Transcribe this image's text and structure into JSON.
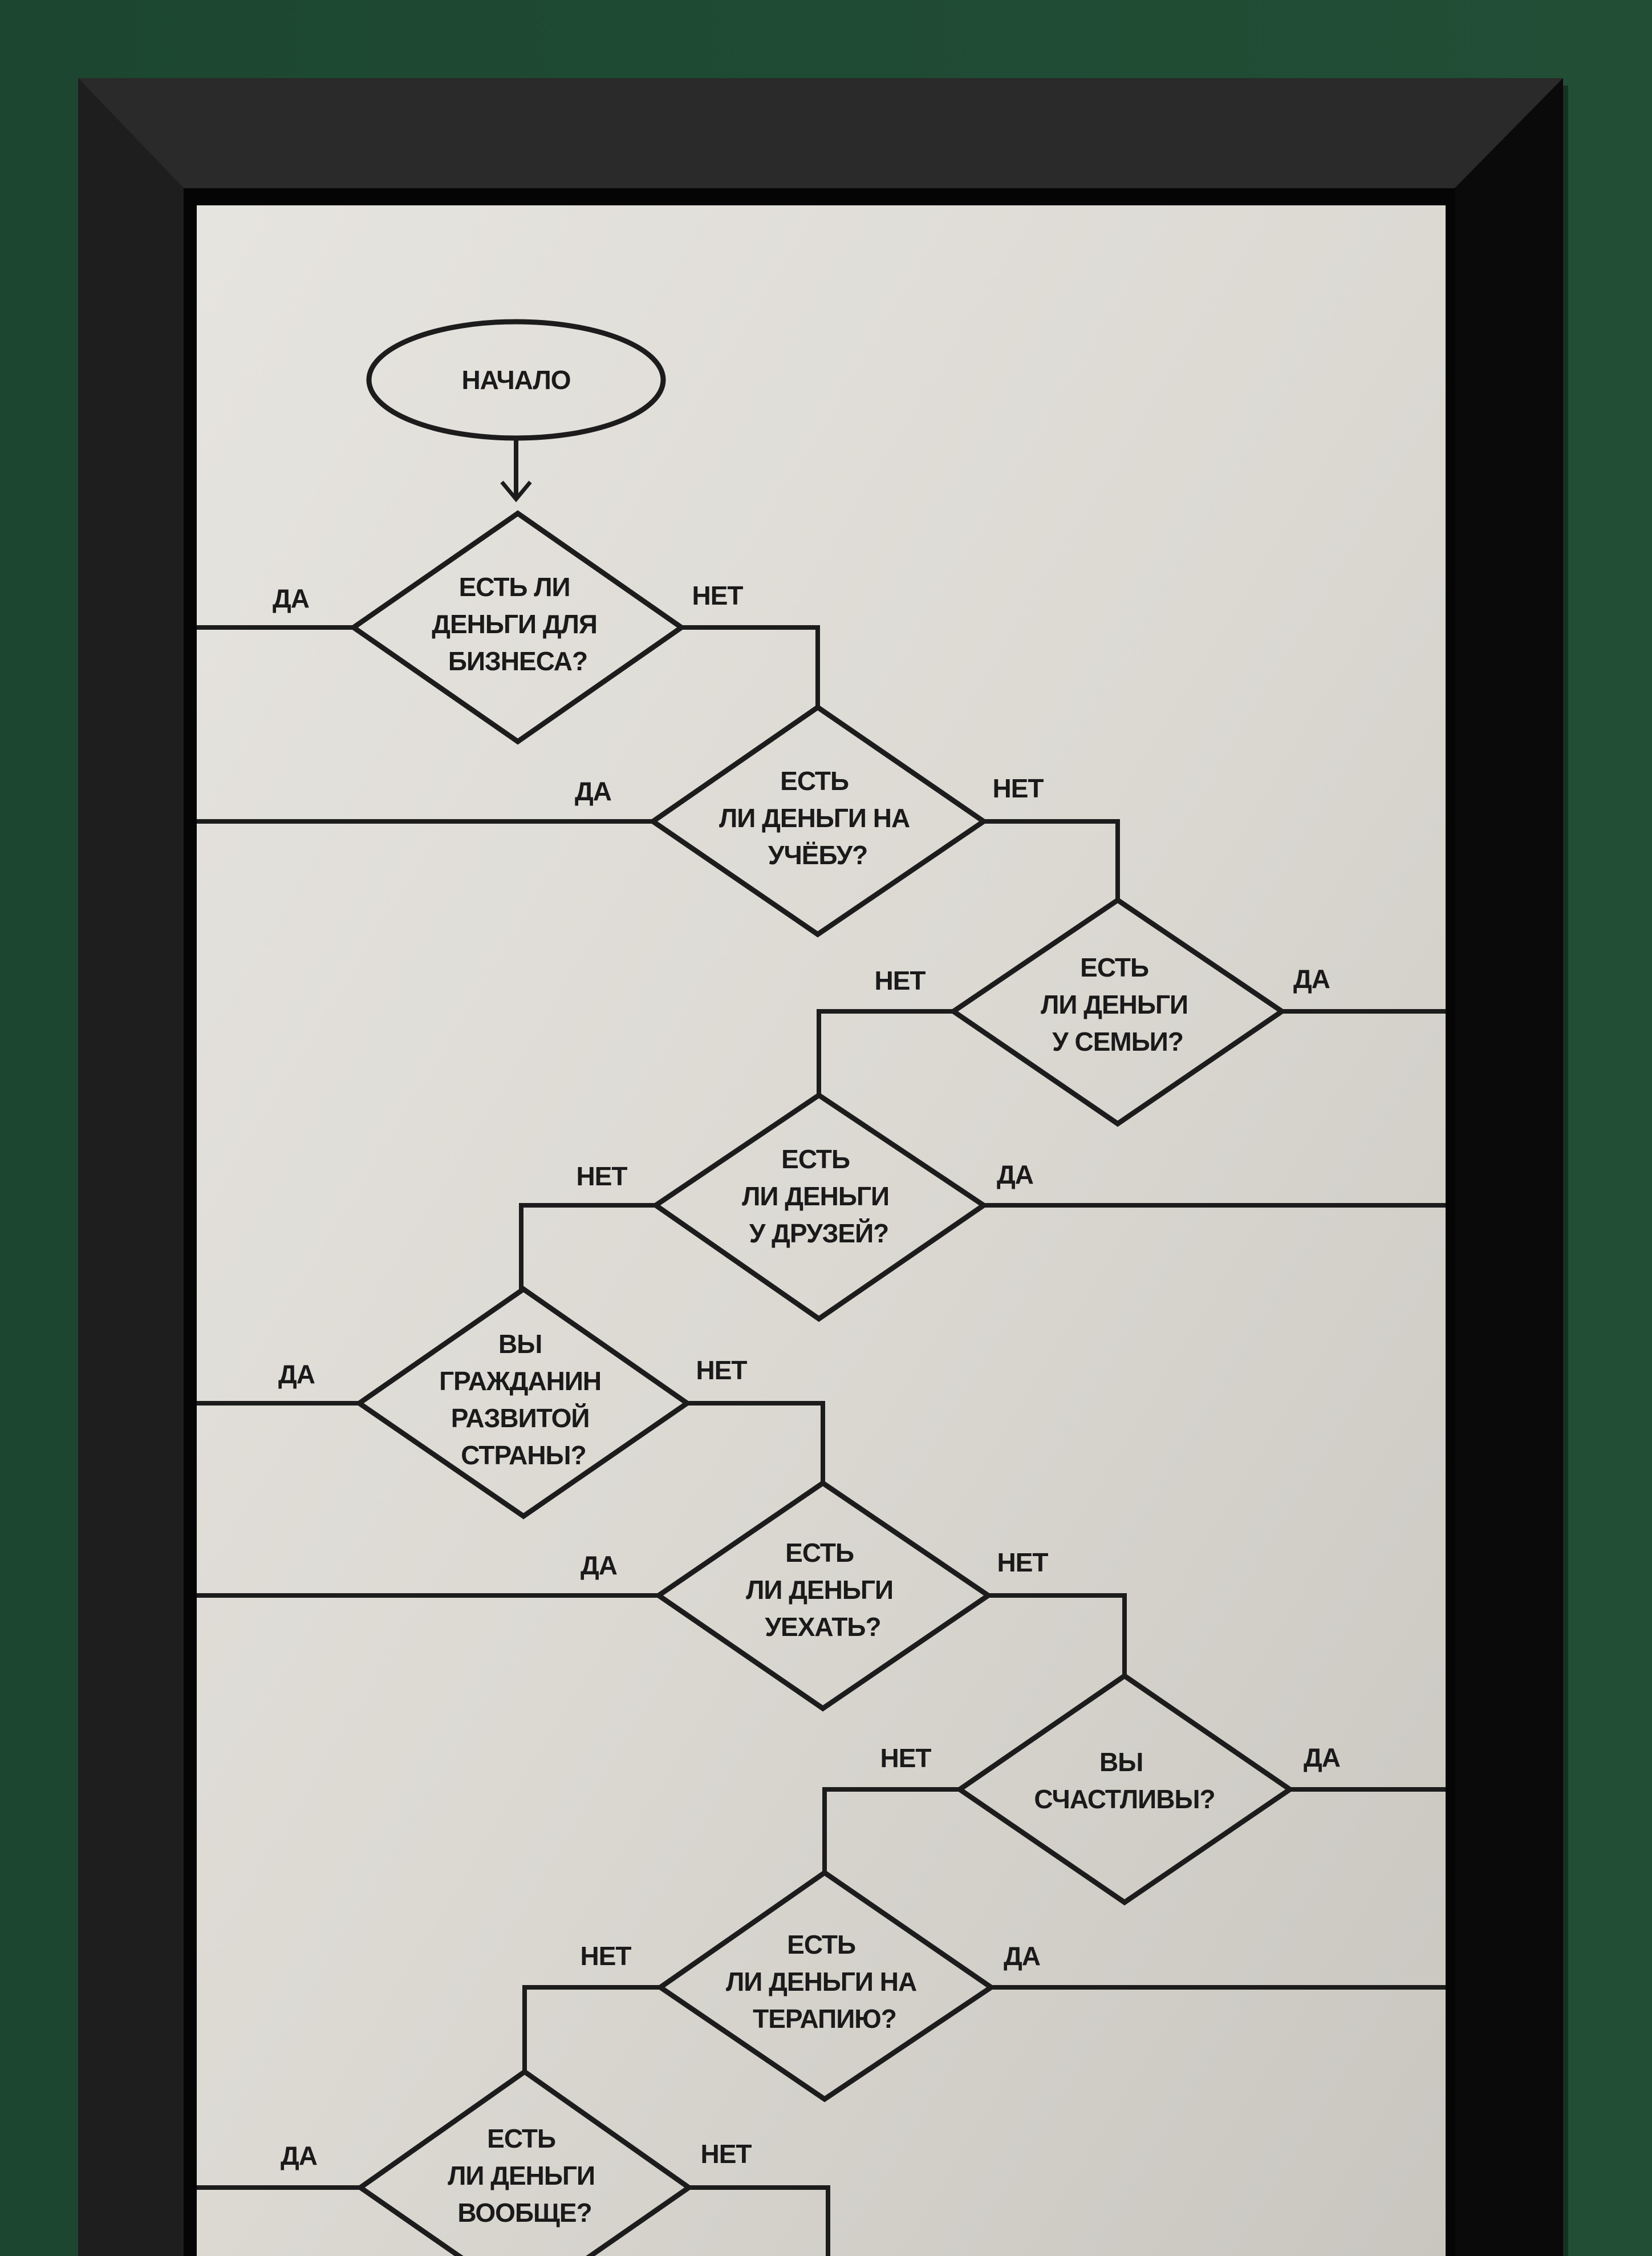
{
  "chart": {
    "start": "НАЧАЛО",
    "yes": "ДА",
    "no": "НЕТ",
    "q1": [
      "ЕСТЬ ЛИ",
      "ДЕНЬГИ ДЛЯ",
      "БИЗНЕСА?"
    ],
    "q2": [
      "ЕСТЬ",
      "ЛИ ДЕНЬГИ НА",
      "УЧЁБУ?"
    ],
    "q3": [
      "ЕСТЬ",
      "ЛИ ДЕНЬГИ",
      "У СЕМЬИ?"
    ],
    "q4": [
      "ЕСТЬ",
      "ЛИ ДЕНЬГИ",
      "У ДРУЗЕЙ?"
    ],
    "q5": [
      "ВЫ",
      "ГРАЖДАНИН",
      "РАЗВИТОЙ",
      "СТРАНЫ?"
    ],
    "q6": [
      "ЕСТЬ",
      "ЛИ ДЕНЬГИ",
      "УЕХАТЬ?"
    ],
    "q7": [
      "ВЫ",
      "СЧАСТЛИВЫ?"
    ],
    "q8": [
      "ЕСТЬ",
      "ЛИ ДЕНЬГИ НА",
      "ТЕРАПИЮ?"
    ],
    "q9": [
      "ЕСТЬ",
      "ЛИ ДЕНЬГИ",
      "ВООБЩЕ?"
    ]
  },
  "colors": {
    "wall": "#1f4a32",
    "frame": "#141414",
    "paper": "#dedbd6",
    "ink": "#1c1c1c"
  }
}
